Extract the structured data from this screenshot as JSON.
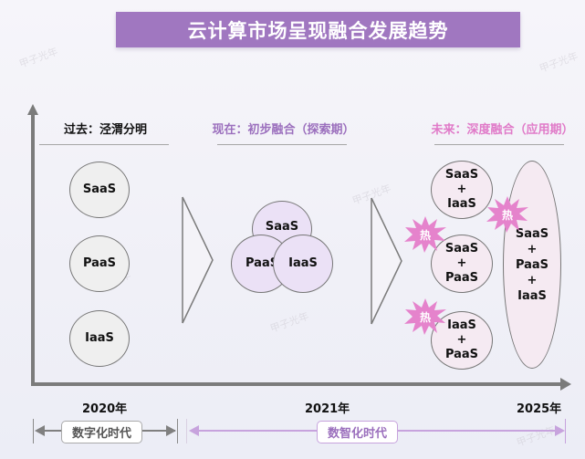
{
  "title": "云计算市场呈现融合发展趋势",
  "colors": {
    "title_bg": "#a077c0",
    "present_phase": "#9b6fbd",
    "future_phase": "#e07ac8",
    "hot_burst": "#e583cc",
    "axis": "#7b7b7b",
    "digital_era": "#808080",
    "intelligent_era": "#c7a3dd"
  },
  "phases": [
    {
      "label": "过去：泾渭分明",
      "items": [
        "SaaS",
        "PaaS",
        "IaaS"
      ]
    },
    {
      "label": "现在：初步融合（探索期）",
      "items": [
        "SaaS",
        "PaaS",
        "IaaS"
      ]
    },
    {
      "label": "未来：深度融合（应用期）",
      "pairs": [
        {
          "line1": "SaaS",
          "plus": "+",
          "line2": "IaaS",
          "hot": false
        },
        {
          "line1": "SaaS",
          "plus": "+",
          "line2": "PaaS",
          "hot": true
        },
        {
          "line1": "IaaS",
          "plus": "+",
          "line2": "PaaS",
          "hot": true
        }
      ],
      "combined": {
        "line1": "SaaS",
        "plus1": "+",
        "line2": "PaaS",
        "plus2": "+",
        "line3": "IaaS",
        "hot": true
      }
    }
  ],
  "hot_label": "热",
  "timeline": {
    "years": [
      "2020年",
      "2021年",
      "2025年"
    ],
    "eras": [
      "数字化时代",
      "数智化时代"
    ]
  },
  "watermark": "甲子光年"
}
